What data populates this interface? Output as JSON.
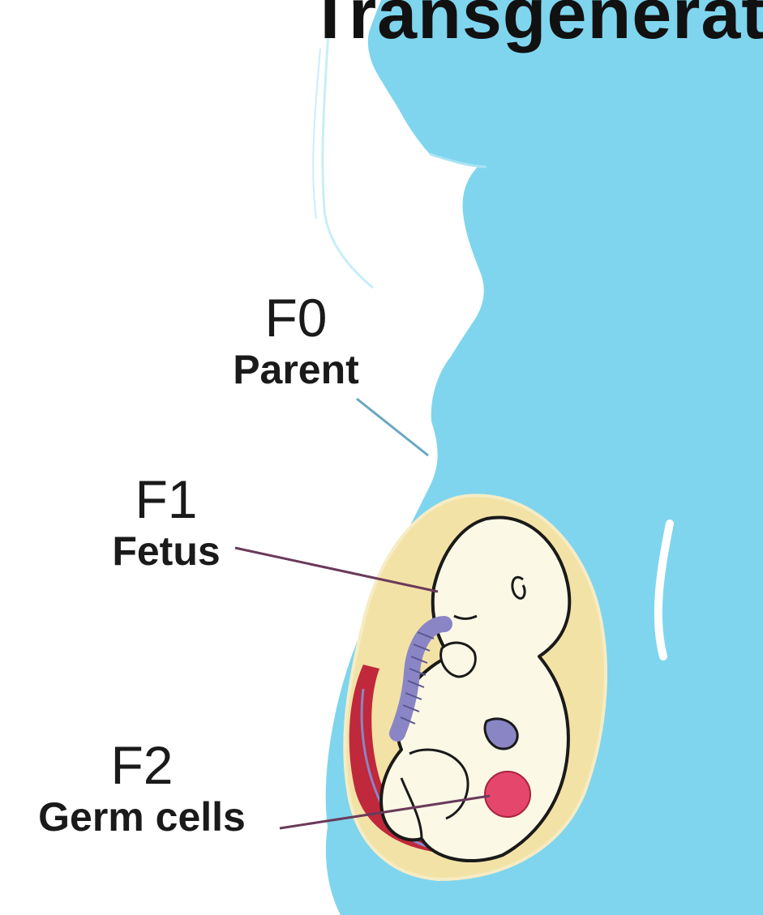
{
  "title": "Transgeneratio",
  "labels": [
    {
      "code": "F0",
      "name": "Parent"
    },
    {
      "code": "F1",
      "name": "Fetus"
    },
    {
      "code": "F2",
      "name": "Germ cells"
    }
  ],
  "colors": {
    "body": "#7fd5ee",
    "body_line": "#a9e3f4",
    "amniotic": "#f3e2a6",
    "fetus": "#fbf9e6",
    "outline": "#1a1a1a",
    "placenta": "#c0283b",
    "umbilical_cord": "#8a86c6",
    "germ_cells": "#e4466c",
    "leader_line": "#6a3a5a"
  }
}
